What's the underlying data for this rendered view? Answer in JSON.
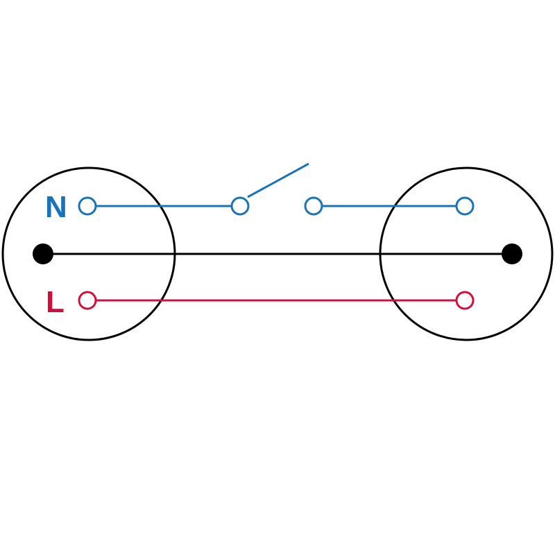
{
  "labels": {
    "neutral": "N",
    "live": "L"
  },
  "switch_state": "open",
  "colors": {
    "neutral": "#1a73b8",
    "live": "#d0103a",
    "earth": "#000000",
    "outline": "#000000",
    "background": "#ffffff"
  }
}
